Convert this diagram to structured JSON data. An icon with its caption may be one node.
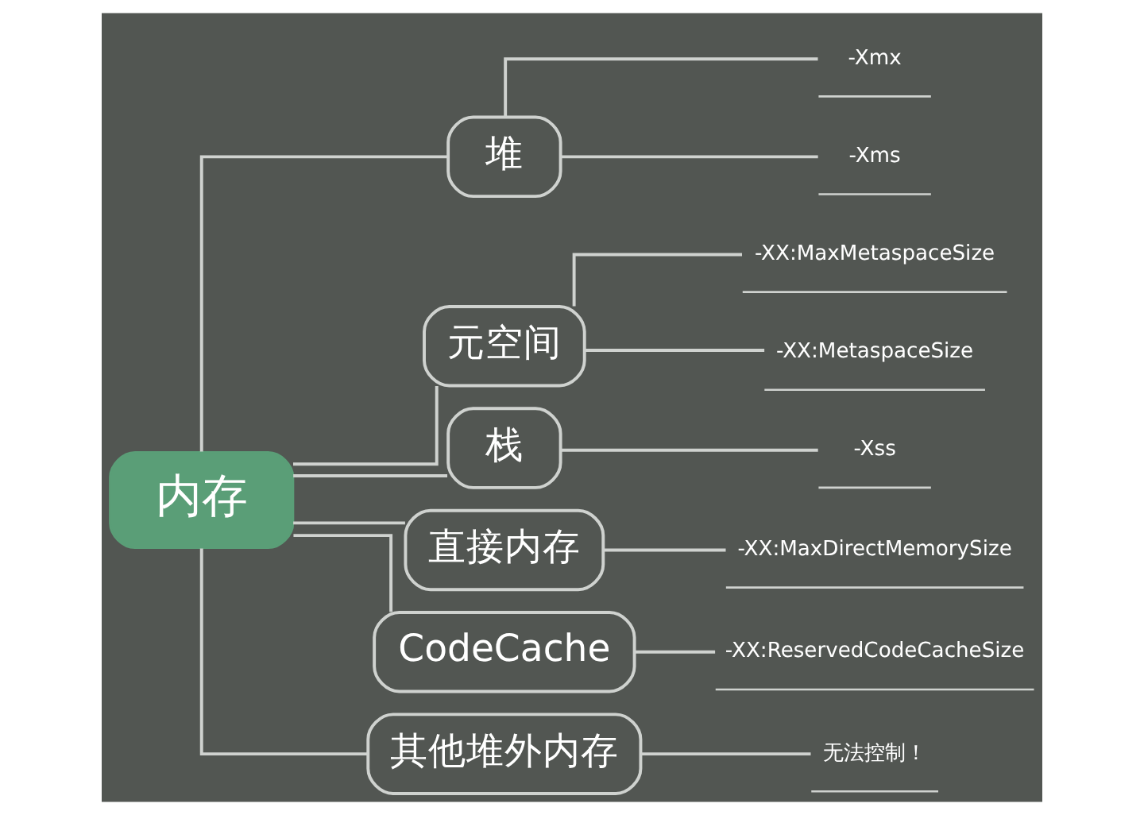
{
  "diagram": {
    "nodes": [
      {
        "text": [
          "内存"
        ]
      },
      {
        "text": [
          "堆"
        ]
      },
      {
        "text": [
          "元空间"
        ]
      },
      {
        "text": [
          "栈"
        ]
      },
      {
        "text": [
          "直接内存"
        ]
      },
      {
        "text": [
          "CodeCache"
        ]
      },
      {
        "text": [
          "其他堆外内存"
        ]
      },
      {
        "text": [
          "-Xmx"
        ]
      },
      {
        "text": [
          "-Xms"
        ]
      },
      {
        "text": [
          "-XX:MaxMetaspaceSize"
        ]
      },
      {
        "text": [
          "-XX:MetaspaceSize"
        ]
      },
      {
        "text": [
          "-Xss"
        ]
      },
      {
        "text": [
          "-XX:MaxDirectMemorySize"
        ]
      },
      {
        "text": [
          "-XX:ReservedCodeCacheSize"
        ]
      },
      {
        "text": [
          "无法控制！"
        ]
      }
    ],
    "edges": [
      {
        "from": 0,
        "to": 1,
        "arrow": "none"
      },
      {
        "from": 0,
        "to": 2,
        "arrow": "none"
      },
      {
        "from": 0,
        "to": 3,
        "arrow": "none"
      },
      {
        "from": 0,
        "to": 4,
        "arrow": "none"
      },
      {
        "from": 0,
        "to": 5,
        "arrow": "none"
      },
      {
        "from": 0,
        "to": 6,
        "arrow": "none"
      },
      {
        "from": 1,
        "to": 7,
        "arrow": "none"
      },
      {
        "from": 1,
        "to": 8,
        "arrow": "none"
      },
      {
        "from": 2,
        "to": 9,
        "arrow": "none"
      },
      {
        "from": 2,
        "to": 10,
        "arrow": "none"
      },
      {
        "from": 3,
        "to": 11,
        "arrow": "none"
      },
      {
        "from": 4,
        "to": 12,
        "arrow": "none"
      },
      {
        "from": 5,
        "to": 13,
        "arrow": "none"
      },
      {
        "from": 6,
        "to": 14,
        "arrow": "none"
      }
    ]
  }
}
